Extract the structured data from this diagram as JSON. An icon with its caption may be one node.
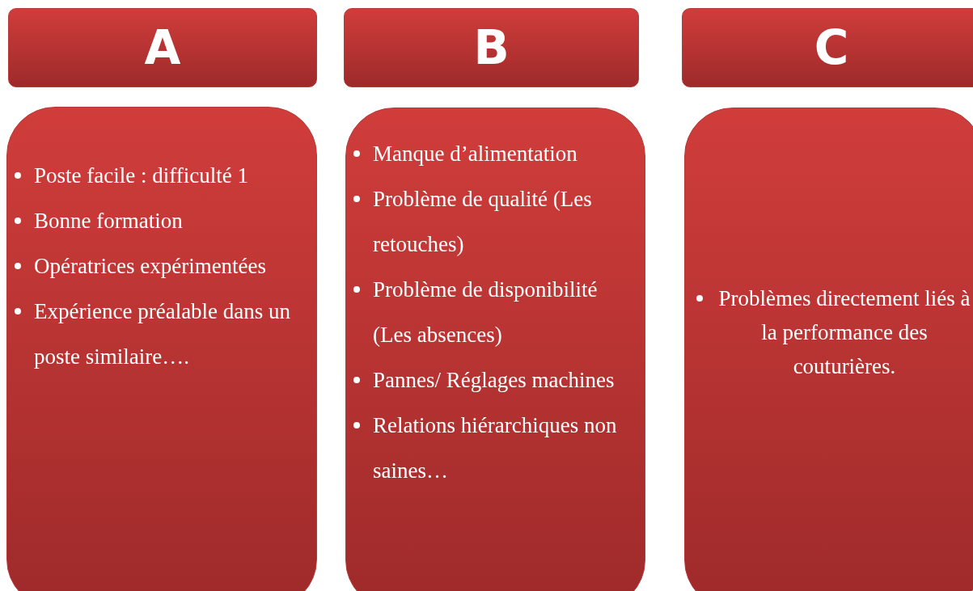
{
  "diagram": {
    "nodes": [
      {
        "text": [
          "A"
        ]
      },
      {
        "text": [
          "B"
        ]
      },
      {
        "text": [
          "C"
        ]
      },
      {
        "text": [
          "Poste facile : difficulté 1",
          "Bonne formation",
          "Opératrices expérimentées",
          "Expérience préalable dans un poste similaire…."
        ]
      },
      {
        "text": [
          "Manque d’alimentation",
          "Problème de qualité (Les retouches)",
          "Problème de disponibilité (Les absences)",
          "Pannes/ Réglages machines",
          "Relations hiérarchiques non saines…"
        ]
      },
      {
        "text": [
          "Problèmes directement liés à la performance des couturières."
        ]
      }
    ]
  }
}
